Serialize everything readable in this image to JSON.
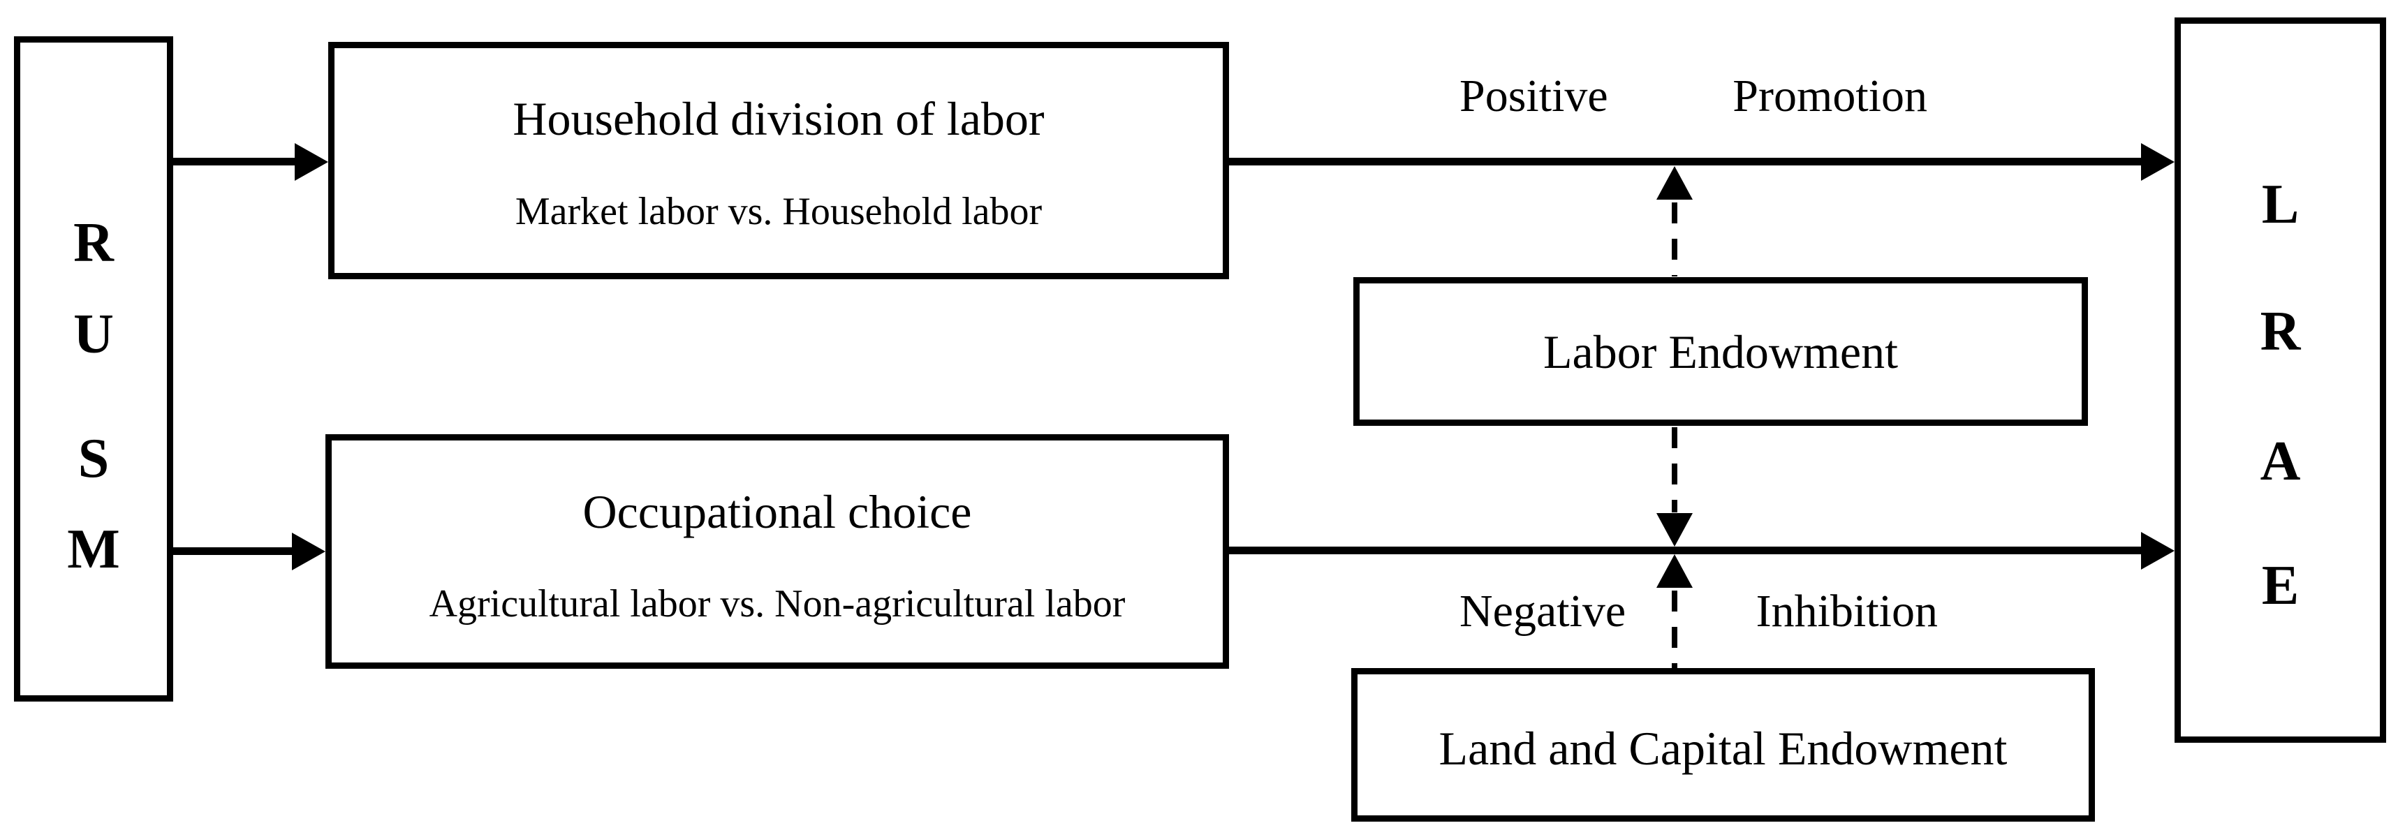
{
  "diagram": {
    "rusm_box": {
      "letters": [
        "R",
        "U",
        "S",
        "M"
      ]
    },
    "lrae_box": {
      "letters": [
        "L",
        "R",
        "A",
        "E"
      ]
    },
    "household_box": {
      "title": "Household division of labor",
      "subtitle": "Market labor vs. Household labor"
    },
    "occupational_box": {
      "title": "Occupational choice",
      "subtitle": "Agricultural labor vs. Non-agricultural labor"
    },
    "labor_endowment_box": {
      "label": "Labor Endowment"
    },
    "land_capital_box": {
      "label": "Land and Capital Endowment"
    },
    "arrow_labels": {
      "positive": "Positive",
      "promotion": "Promotion",
      "negative": "Negative",
      "inhibition": "Inhibition"
    },
    "colors": {
      "ink": "#000000",
      "background": "#ffffff"
    }
  }
}
